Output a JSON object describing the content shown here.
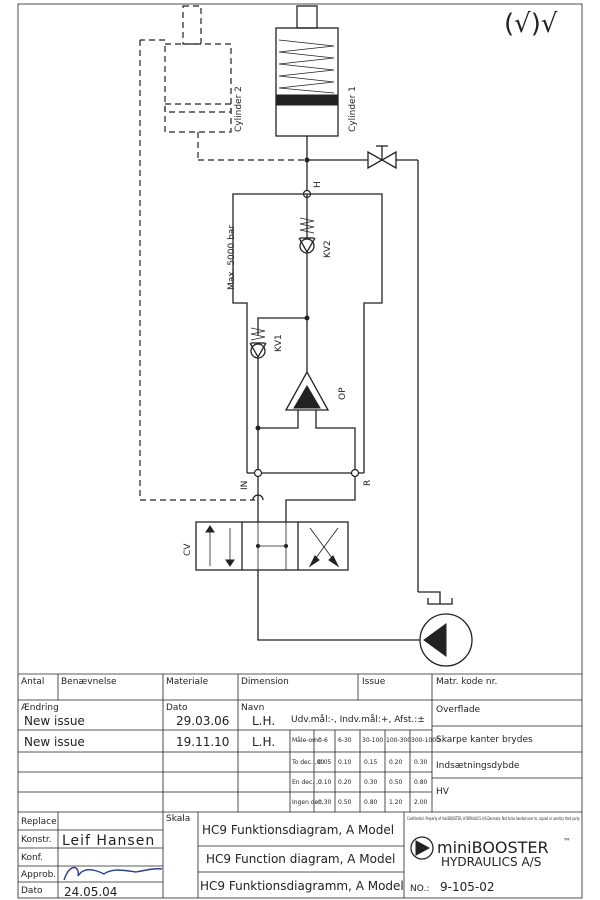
{
  "check_marks": "(√)√",
  "diagram": {
    "cylinder1": "Cylinder 1",
    "cylinder2": "Cylinder 2",
    "port_h": "H",
    "max_pressure": "Max. 5000 bar",
    "kv2": "KV2",
    "kv1": "KV1",
    "op": "OP",
    "port_in": "IN",
    "port_r": "R",
    "cv": "CV"
  },
  "table": {
    "antal": "Antal",
    "benaevnelse": "Benævnelse",
    "materiale": "Materiale",
    "dimension": "Dimension",
    "issue": "Issue",
    "matr_kode": "Matr. kode nr.",
    "aendring": "Ændring",
    "dato": "Dato",
    "navn": "Navn",
    "udv": "Udv.mål:-, Indv.mål:+, Afst.:±",
    "overflade": "Overflade",
    "rows": [
      {
        "change": "New issue",
        "date": "29.03.06",
        "name": "L.H."
      },
      {
        "change": "New issue",
        "date": "19.11.10",
        "name": "L.H."
      }
    ],
    "skarpe": "Skarpe kanter brydes",
    "indsaetning": "Indsætningsdybde",
    "hv": "HV",
    "tolerance": {
      "header": [
        "Måle-omr.",
        "0-6",
        "6-30",
        "30-100",
        "100-300",
        "300-1000"
      ],
      "rows": [
        [
          "To dec. ,00",
          "0.05",
          "0.10",
          "0.15",
          "0.20",
          "0.30"
        ],
        [
          "En dec. ,0",
          "0.10",
          "0.20",
          "0.30",
          "0.50",
          "0.80"
        ],
        [
          "Ingen dec.",
          "0.30",
          "0.50",
          "0.80",
          "1.20",
          "2.00"
        ]
      ]
    }
  },
  "title_block": {
    "replace": "Replace",
    "konstr": "Konstr.",
    "konf": "Konf.",
    "approb": "Approb.",
    "dato": "Dato",
    "skala": "Skala",
    "konstr_name": "Leif Hansen",
    "date_value": "24.05.04",
    "title_da": "HC9 Funktionsdiagram, A Model",
    "title_en": "HC9 Function diagram, A Model",
    "title_de": "HC9 Funktionsdiagramm, A Model",
    "confidential": "Confidential: Property of miniBOOSTER, HYDRAULICS A/S Denmark. Not to be handed over to, copied or used by third party.",
    "company1": "miniBOOSTER",
    "tm": "™",
    "company2": "HYDRAULICS A/S",
    "no_label": "NO.:",
    "no_value": "9-105-02"
  }
}
